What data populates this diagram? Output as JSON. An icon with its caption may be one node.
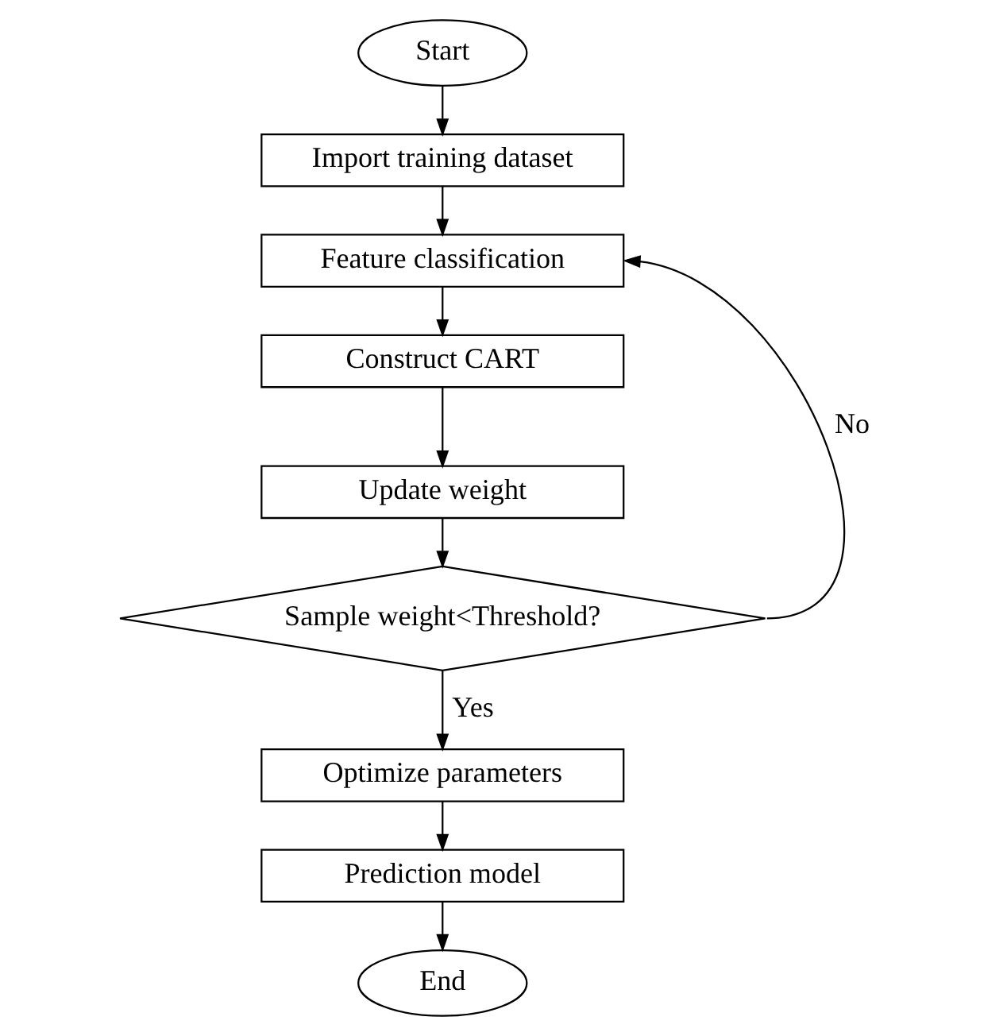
{
  "diagram": {
    "nodes": [
      {
        "text": [
          "Start"
        ]
      },
      {
        "text": [
          "Import training dataset"
        ]
      },
      {
        "text": [
          "Feature classification"
        ]
      },
      {
        "text": [
          "Construct CART"
        ]
      },
      {
        "text": [
          "Update weight"
        ]
      },
      {
        "text": [
          "Sample weight<Threshold?"
        ]
      },
      {
        "text": [
          "Optimize parameters"
        ]
      },
      {
        "text": [
          "Prediction model"
        ]
      },
      {
        "text": [
          "End"
        ]
      }
    ],
    "edges": [
      {
        "from": 0,
        "to": 1,
        "arrow": "to"
      },
      {
        "from": 1,
        "to": 2,
        "arrow": "to"
      },
      {
        "from": 2,
        "to": 3,
        "arrow": "to"
      },
      {
        "from": 3,
        "to": 4,
        "arrow": "to"
      },
      {
        "from": 4,
        "to": 5,
        "arrow": "to"
      },
      {
        "from": 5,
        "to": 6,
        "arrow": "to",
        "label": "Yes"
      },
      {
        "from": 6,
        "to": 7,
        "arrow": "to"
      },
      {
        "from": 7,
        "to": 8,
        "arrow": "to"
      },
      {
        "from": 5,
        "to": 2,
        "arrow": "to",
        "label": "No"
      }
    ]
  }
}
